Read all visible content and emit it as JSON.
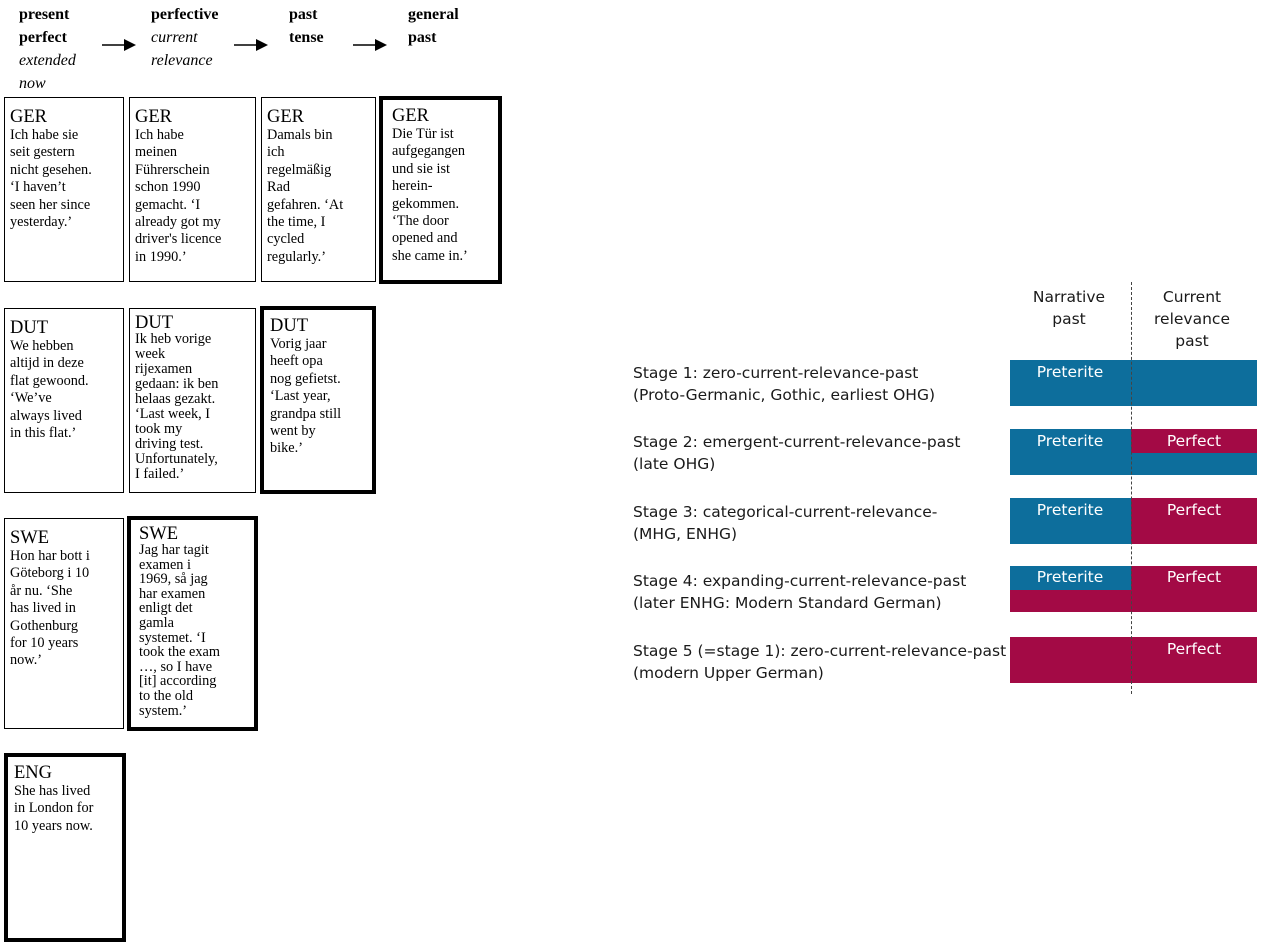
{
  "colors": {
    "preterite": "#0d6e9c",
    "perfect": "#a30a45"
  },
  "columns": [
    {
      "bold": [
        "present",
        "perfect"
      ],
      "italic": [
        "extended",
        "now"
      ]
    },
    {
      "bold": [
        "perfective"
      ],
      "italic": [
        "current",
        "relevance"
      ]
    },
    {
      "bold": [
        "past",
        "tense"
      ],
      "italic": []
    },
    {
      "bold": [
        "general",
        "past"
      ],
      "italic": []
    }
  ],
  "examples": [
    {
      "lang": "GER",
      "text": "Ich habe sie\nseit gestern\nnicht gesehen.\n‘I haven’t\nseen her since\nyesterday.’"
    },
    {
      "lang": "GER",
      "text": "Ich habe\nmeinen\nFührerschein\nschon 1990\ngemacht. ‘I\nalready got my\ndriver's licence\nin 1990.’"
    },
    {
      "lang": "GER",
      "text": "Damals bin\nich\nregelmäßig\nRad\ngefahren. ‘At\nthe time, I\ncycled\nregularly.’"
    },
    {
      "lang": "GER",
      "text": "Die Tür ist\naufgegangen\nund sie ist\nherein-\ngekommen.\n‘The door\nopened and\nshe came in.’"
    },
    {
      "lang": "DUT",
      "text": "We hebben\naltijd in deze\nflat gewoond.\n‘We’ve\nalways lived\nin this flat.’"
    },
    {
      "lang": "DUT",
      "text": "Ik heb vorige\nweek\nrijexamen\ngedaan: ik ben\nhelaas gezakt.\n‘Last week, I\ntook my\ndriving test.\nUnfortunately,\nI failed.’"
    },
    {
      "lang": "DUT",
      "text": "Vorig jaar\nheeft opa\nnog gefietst.\n‘Last year,\ngrandpa still\nwent by\nbike.’"
    },
    {
      "lang": "SWE",
      "text": "Hon har bott i\nGöteborg i 10\når nu. ‘She\nhas lived in\nGothenburg\nfor 10 years\nnow.’"
    },
    {
      "lang": "SWE",
      "text": "Jag har tagit\nexamen i\n1969, så jag\nhar examen\nenligt det\ngamla\nsystemet. ‘I\ntook the exam\n…, so I have\n[it] according\nto the old\nsystem.’"
    },
    {
      "lang": "ENG",
      "text": "She has lived\nin London for\n10 years now."
    }
  ],
  "stage_diagram": {
    "headers": {
      "narrative": [
        "Narrative",
        "past"
      ],
      "current": [
        "Current",
        "relevance",
        "past"
      ]
    },
    "stages": [
      {
        "line1": "Stage 1: zero-current-relevance-past",
        "line2": "(Proto-Germanic, Gothic, earliest OHG)",
        "preterite_label": "Preterite",
        "perfect_label": ""
      },
      {
        "line1": "Stage 2: emergent-current-relevance-past",
        "line2": "(late OHG)",
        "preterite_label": "Preterite",
        "perfect_label": "Perfect"
      },
      {
        "line1": "Stage 3: categorical-current-relevance-",
        "line2": "(MHG, ENHG)",
        "preterite_label": "Preterite",
        "perfect_label": "Perfect"
      },
      {
        "line1": "Stage 4: expanding-current-relevance-past",
        "line2": "(later ENHG: Modern Standard German)",
        "preterite_label": "Preterite",
        "perfect_label": "Perfect"
      },
      {
        "line1": "Stage 5 (=stage 1): zero-current-relevance-past",
        "line2": "(modern Upper German)",
        "preterite_label": "",
        "perfect_label": "Perfect"
      }
    ]
  }
}
